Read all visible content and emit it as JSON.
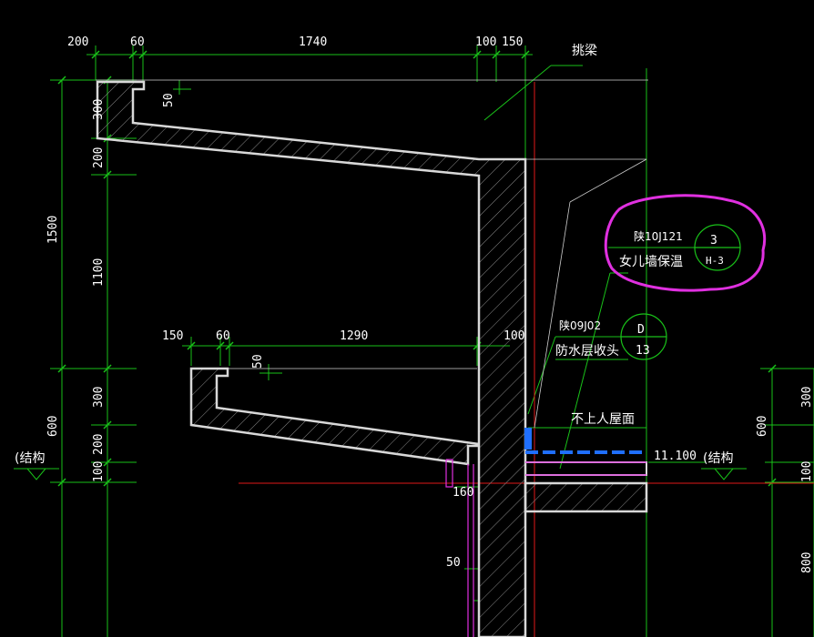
{
  "drawing": {
    "top_dims": [
      "200",
      "60",
      "1740",
      "100",
      "150"
    ],
    "mid_dims": [
      "150",
      "60",
      "1290",
      "100"
    ],
    "small_dims": {
      "top_drop": "50",
      "mid_drop": "50",
      "lower_gap": "50",
      "gap_160": "160"
    },
    "left_vertical_dims": [
      "300",
      "200",
      "1500",
      "1100",
      "300",
      "600",
      "200",
      "100"
    ],
    "right_vertical_dims": [
      "300",
      "600",
      "100",
      "800"
    ],
    "annotations": {
      "eave_label": "挑梁",
      "ref1_code": "陕10J121",
      "ref1_text": "女儿墙保温",
      "ref1_circle_top": "3",
      "ref1_circle_bottom": "H-3",
      "ref2_code": "陕09J02",
      "ref2_text": "防水层收头",
      "ref2_circle_top": "D",
      "ref2_circle_bottom": "13",
      "roof_label": "不上人屋面",
      "elevation": "11.100",
      "struct_left": "(结构",
      "struct_right": "(结构"
    }
  }
}
